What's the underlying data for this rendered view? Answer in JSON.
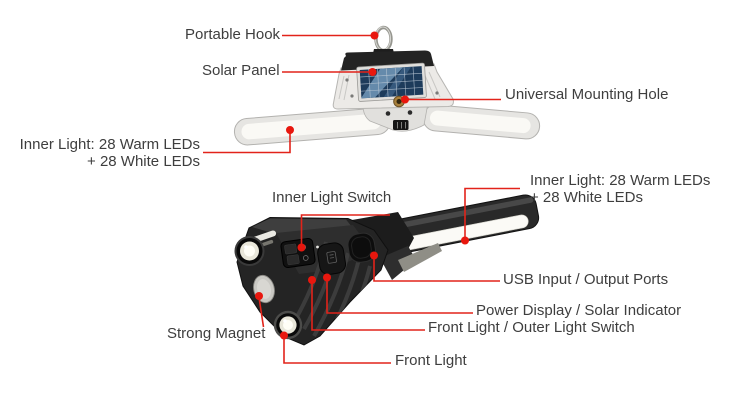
{
  "figure": {
    "type": "product-annotation-diagram",
    "subject": "solar camping lantern / flashlight with labeled parts",
    "background": "#ffffff"
  },
  "style": {
    "leader_line_color": "#e2231a",
    "callout_dot_color": "#e8170e",
    "label_text_color": "#3e3e3e",
    "solar_cell_color": "#1d3b5b",
    "lamp_body_color": "#eceae7",
    "flashlight_body_color": "#242424"
  },
  "labels": {
    "portable_hook": "Portable Hook",
    "solar_panel": "Solar Panel",
    "universal_mounting_hole": "Universal Mounting Hole",
    "inner_light_top": {
      "line1": "Inner Light: 28 Warm LEDs",
      "line2": "+ 28 White LEDs"
    },
    "inner_light_switch": "Inner Light Switch",
    "inner_light_bottom": {
      "line1": "Inner Light: 28 Warm LEDs",
      "line2": "+ 28 White LEDs"
    },
    "usb_ports": "USB Input / Output Ports",
    "power_display": "Power Display / Solar Indicator",
    "front_light_switch": "Front Light / Outer Light Switch",
    "strong_magnet": "Strong Magnet",
    "front_light": "Front Light"
  }
}
